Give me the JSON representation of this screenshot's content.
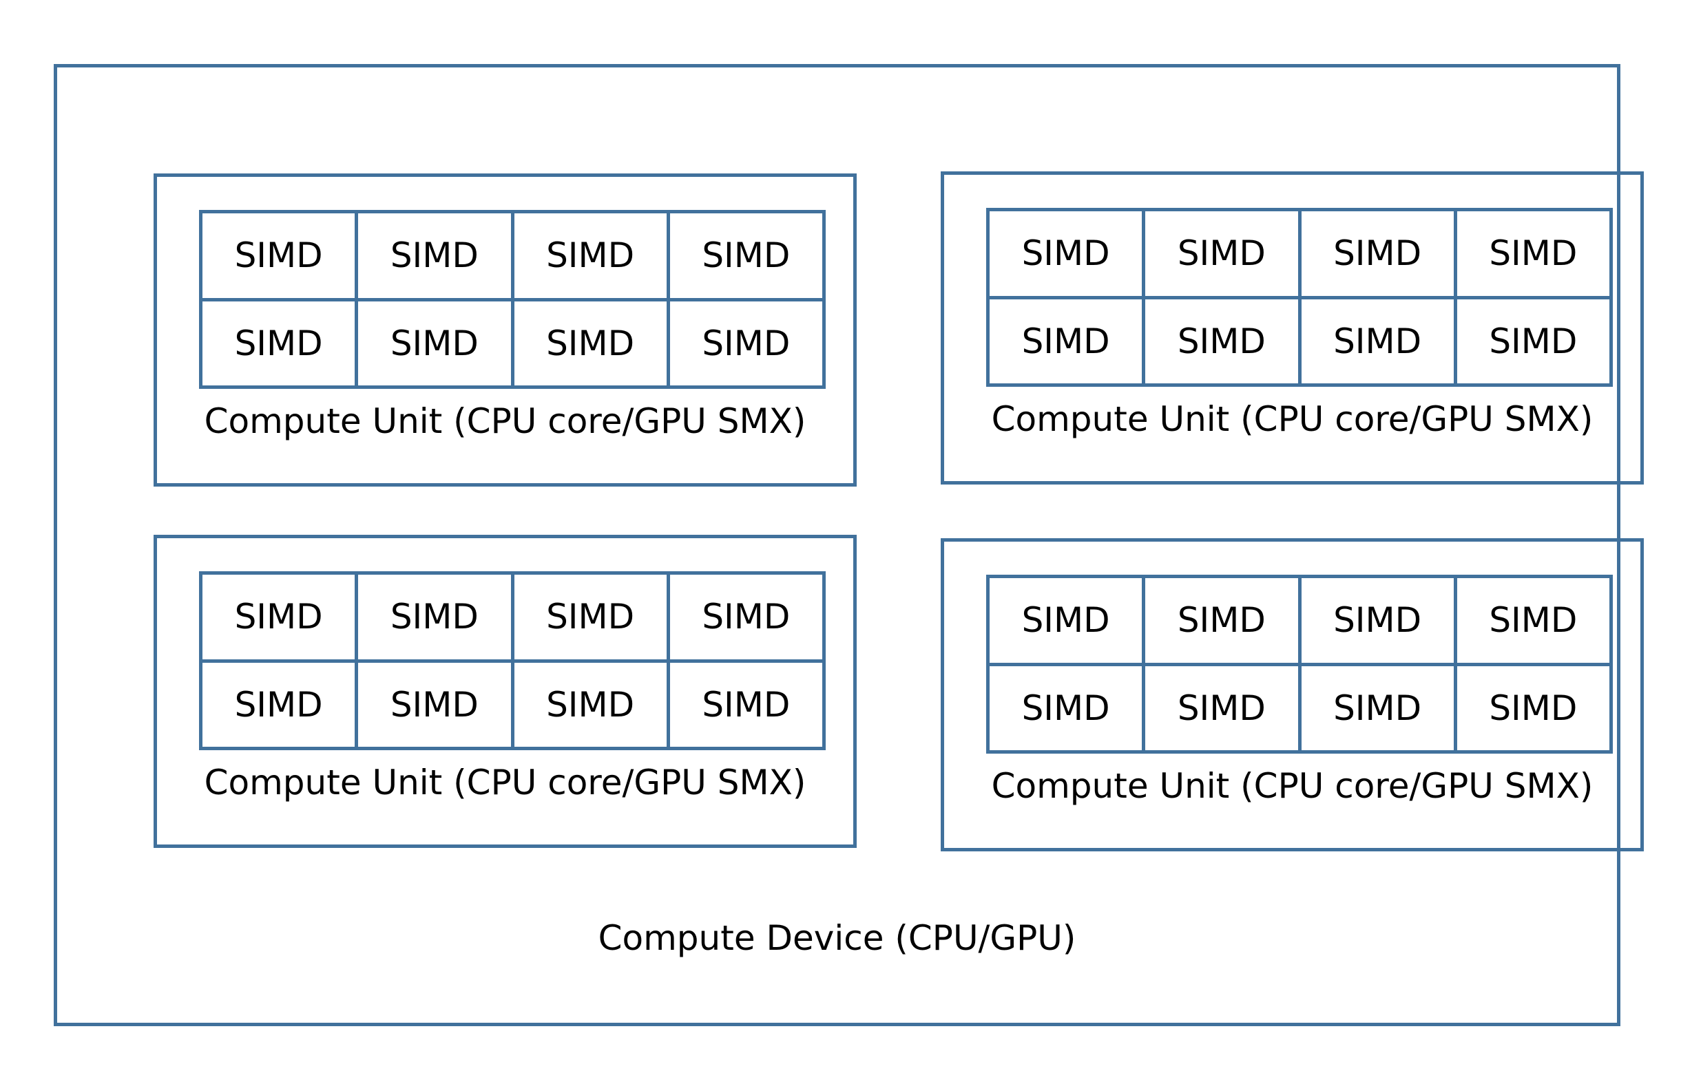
{
  "colors": {
    "stroke": "#41719c",
    "text": "#000000",
    "background": "#ffffff"
  },
  "device": {
    "label": "Compute Device (CPU/GPU)"
  },
  "compute_units": [
    {
      "label": "Compute Unit (CPU core/GPU SMX)",
      "simd_cells": [
        "SIMD",
        "SIMD",
        "SIMD",
        "SIMD",
        "SIMD",
        "SIMD",
        "SIMD",
        "SIMD"
      ]
    },
    {
      "label": "Compute Unit (CPU core/GPU SMX)",
      "simd_cells": [
        "SIMD",
        "SIMD",
        "SIMD",
        "SIMD",
        "SIMD",
        "SIMD",
        "SIMD",
        "SIMD"
      ]
    },
    {
      "label": "Compute Unit (CPU core/GPU SMX)",
      "simd_cells": [
        "SIMD",
        "SIMD",
        "SIMD",
        "SIMD",
        "SIMD",
        "SIMD",
        "SIMD",
        "SIMD"
      ]
    },
    {
      "label": "Compute Unit (CPU core/GPU SMX)",
      "simd_cells": [
        "SIMD",
        "SIMD",
        "SIMD",
        "SIMD",
        "SIMD",
        "SIMD",
        "SIMD",
        "SIMD"
      ]
    }
  ]
}
